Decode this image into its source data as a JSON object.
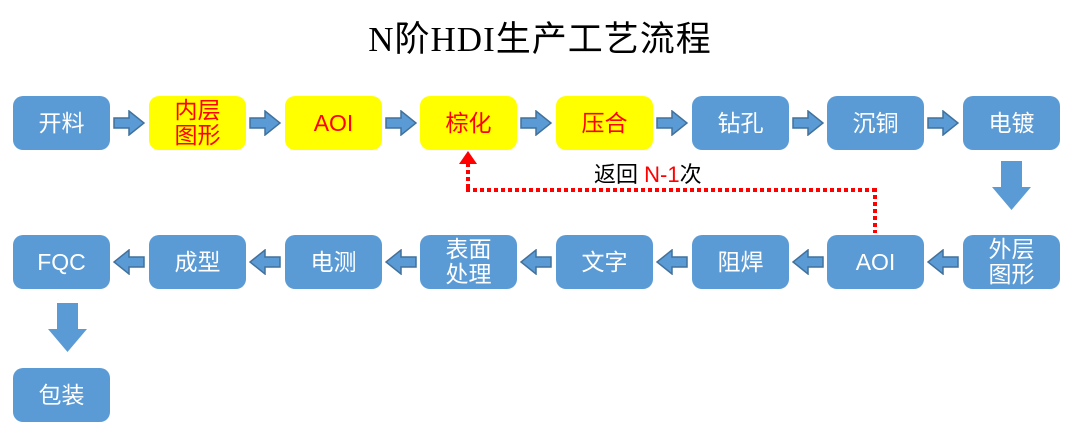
{
  "title": "N阶HDI生产工艺流程",
  "colors": {
    "box_blue": "#5B9BD5",
    "box_yellow": "#FFFF00",
    "box_blue_text": "#FFFFFF",
    "box_yellow_text": "#FF0000",
    "arrow_fill": "#5B9BD5",
    "arrow_stroke": "#41719C",
    "return_path": "#FF0000",
    "title_text": "#000000"
  },
  "flow": {
    "row1": [
      {
        "label": "开料",
        "variant": "blue"
      },
      {
        "label": "内层\n图形",
        "variant": "yellow"
      },
      {
        "label": "AOI",
        "variant": "yellow"
      },
      {
        "label": "棕化",
        "variant": "yellow"
      },
      {
        "label": "压合",
        "variant": "yellow"
      },
      {
        "label": "钻孔",
        "variant": "blue"
      },
      {
        "label": "沉铜",
        "variant": "blue"
      },
      {
        "label": "电镀",
        "variant": "blue"
      }
    ],
    "row2": [
      {
        "label": "FQC",
        "variant": "blue"
      },
      {
        "label": "成型",
        "variant": "blue"
      },
      {
        "label": "电测",
        "variant": "blue"
      },
      {
        "label": "表面\n处理",
        "variant": "blue"
      },
      {
        "label": "文字",
        "variant": "blue"
      },
      {
        "label": "阻焊",
        "variant": "blue"
      },
      {
        "label": "AOI",
        "variant": "blue"
      },
      {
        "label": "外层\n图形",
        "variant": "blue"
      }
    ],
    "row3": [
      {
        "label": "包装",
        "variant": "blue"
      }
    ],
    "return_label": {
      "prefix": "返回 ",
      "highlight": "N-1",
      "suffix": "次"
    }
  }
}
